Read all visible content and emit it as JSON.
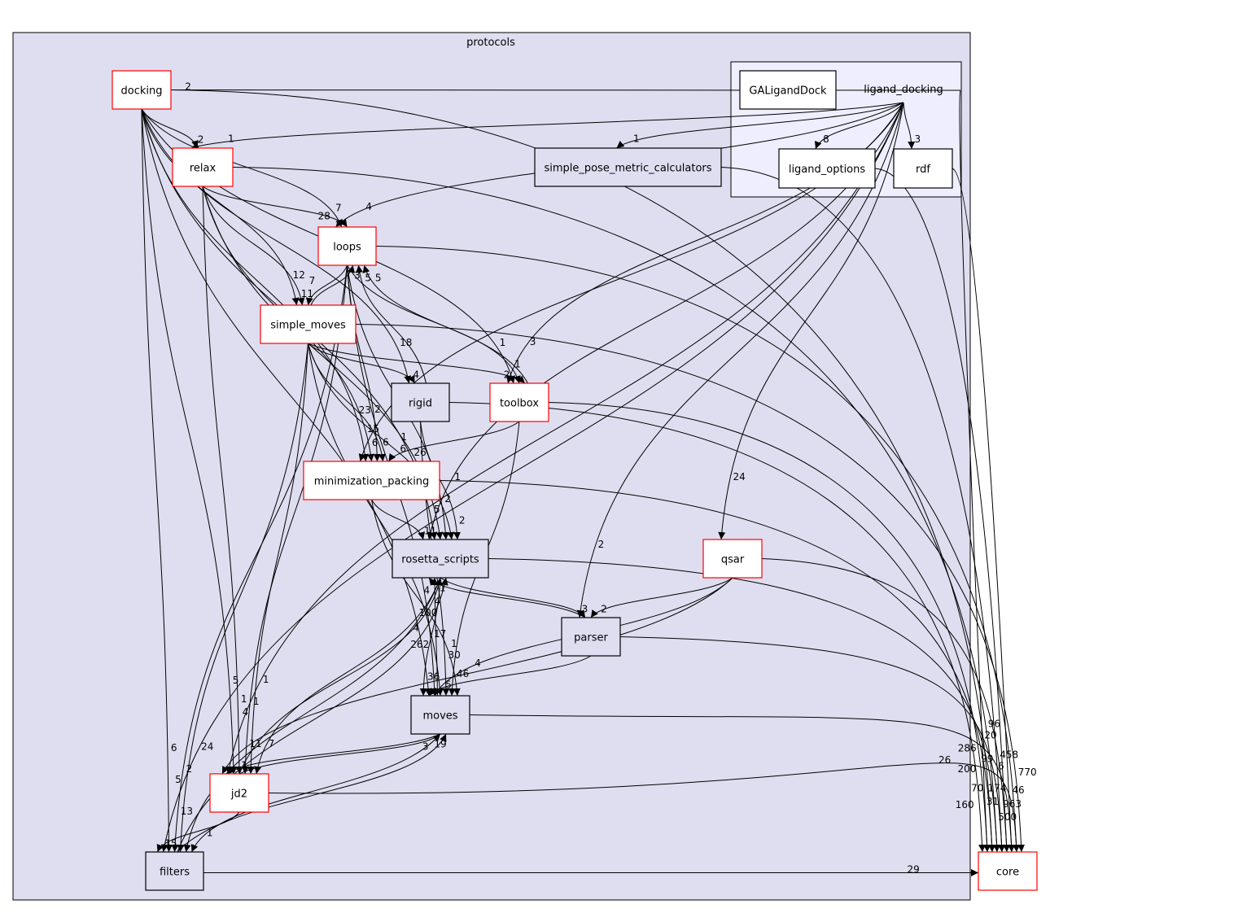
{
  "clusters": [
    {
      "id": "protocols",
      "label": "protocols",
      "fill": "#dedef0"
    },
    {
      "id": "ligand_docking",
      "label": "ligand_docking",
      "fill": "#eeeefe"
    }
  ],
  "nodes": [
    {
      "id": "docking",
      "label": "docking",
      "style": "red"
    },
    {
      "id": "GALigandDock",
      "label": "GALigandDock",
      "style": "white"
    },
    {
      "id": "relax",
      "label": "relax",
      "style": "red"
    },
    {
      "id": "simple_pose_metric_calculators",
      "label": "simple_pose_metric_calculators",
      "style": "gray"
    },
    {
      "id": "ligand_options",
      "label": "ligand_options",
      "style": "white"
    },
    {
      "id": "rdf",
      "label": "rdf",
      "style": "white"
    },
    {
      "id": "loops",
      "label": "loops",
      "style": "red"
    },
    {
      "id": "simple_moves",
      "label": "simple_moves",
      "style": "red"
    },
    {
      "id": "rigid",
      "label": "rigid",
      "style": "gray"
    },
    {
      "id": "toolbox",
      "label": "toolbox",
      "style": "red"
    },
    {
      "id": "minimization_packing",
      "label": "minimization_packing",
      "style": "red"
    },
    {
      "id": "rosetta_scripts",
      "label": "rosetta_scripts",
      "style": "gray"
    },
    {
      "id": "qsar",
      "label": "qsar",
      "style": "red"
    },
    {
      "id": "parser",
      "label": "parser",
      "style": "gray"
    },
    {
      "id": "moves",
      "label": "moves",
      "style": "gray"
    },
    {
      "id": "jd2",
      "label": "jd2",
      "style": "red"
    },
    {
      "id": "filters",
      "label": "filters",
      "style": "gray"
    },
    {
      "id": "core",
      "label": "core",
      "style": "red"
    }
  ],
  "colors": {
    "red_border": "#ff0000",
    "gray_fill": "#dedef0",
    "edge": "#000000"
  },
  "edges": [
    {
      "from": "ligand_docking",
      "to": "docking",
      "label": "2"
    },
    {
      "from": "ligand_docking",
      "to": "simple_pose_metric_calculators",
      "label": "1"
    },
    {
      "from": "ligand_docking",
      "to": "ligand_options",
      "label": "8"
    },
    {
      "from": "ligand_docking",
      "to": "rdf",
      "label": "3"
    },
    {
      "from": "ligand_docking",
      "to": "relax",
      "label": "1"
    },
    {
      "from": "ligand_docking",
      "to": "loops",
      "label": "4"
    },
    {
      "from": "ligand_docking",
      "to": "minimization_packing",
      "label": "2"
    },
    {
      "from": "ligand_docking",
      "to": "toolbox",
      "label": "3"
    },
    {
      "from": "ligand_docking",
      "to": "qsar",
      "label": "24"
    },
    {
      "from": "ligand_docking",
      "to": "parser",
      "label": "2"
    },
    {
      "from": "ligand_docking",
      "to": "rosetta_scripts",
      "label": "1"
    },
    {
      "from": "ligand_docking",
      "to": "jd2",
      "label": "1"
    },
    {
      "from": "ligand_docking",
      "to": "filters",
      "label": "24"
    },
    {
      "from": "ligand_docking",
      "to": "core",
      "label": "174"
    },
    {
      "from": "docking",
      "to": "relax",
      "label": "2"
    },
    {
      "from": "docking",
      "to": "loops",
      "label": "7"
    },
    {
      "from": "docking",
      "to": "simple_moves",
      "label": "12"
    },
    {
      "from": "docking",
      "to": "rigid",
      "label": "18"
    },
    {
      "from": "docking",
      "to": "toolbox",
      "label": "1"
    },
    {
      "from": "docking",
      "to": "minimization_packing",
      "label": "23"
    },
    {
      "from": "docking",
      "to": "rosetta_scripts",
      "label": "26"
    },
    {
      "from": "docking",
      "to": "moves",
      "label": "100"
    },
    {
      "from": "docking",
      "to": "jd2",
      "label": "5"
    },
    {
      "from": "docking",
      "to": "filters",
      "label": "6"
    },
    {
      "from": "docking",
      "to": "core",
      "label": "70"
    },
    {
      "from": "relax",
      "to": "loops",
      "label": "28"
    },
    {
      "from": "relax",
      "to": "simple_moves",
      "label": "11"
    },
    {
      "from": "relax",
      "to": "minimization_packing",
      "label": "15"
    },
    {
      "from": "relax",
      "to": "rosetta_scripts",
      "label": "6"
    },
    {
      "from": "relax",
      "to": "jd2",
      "label": "1"
    },
    {
      "from": "relax",
      "to": "core",
      "label": "31"
    },
    {
      "from": "simple_pose_metric_calculators",
      "to": "core",
      "label": "458"
    },
    {
      "from": "ligand_options",
      "to": "core",
      "label": "6"
    },
    {
      "from": "rdf",
      "to": "core",
      "label": "46"
    },
    {
      "from": "loops",
      "to": "simple_moves",
      "label": "7"
    },
    {
      "from": "loops",
      "to": "minimization_packing",
      "label": "6"
    },
    {
      "from": "loops",
      "to": "rosetta_scripts",
      "label": "2"
    },
    {
      "from": "loops",
      "to": "toolbox",
      "label": "1"
    },
    {
      "from": "loops",
      "to": "moves",
      "label": "17"
    },
    {
      "from": "loops",
      "to": "jd2",
      "label": "1"
    },
    {
      "from": "loops",
      "to": "filters",
      "label": "2"
    },
    {
      "from": "loops",
      "to": "core",
      "label": "963"
    },
    {
      "from": "simple_moves",
      "to": "loops",
      "label": "3"
    },
    {
      "from": "simple_moves",
      "to": "rigid",
      "label": "4"
    },
    {
      "from": "simple_moves",
      "to": "toolbox",
      "label": "2"
    },
    {
      "from": "simple_moves",
      "to": "minimization_packing",
      "label": "6"
    },
    {
      "from": "simple_moves",
      "to": "rosetta_scripts",
      "label": "5"
    },
    {
      "from": "simple_moves",
      "to": "moves",
      "label": "262"
    },
    {
      "from": "simple_moves",
      "to": "jd2",
      "label": "4"
    },
    {
      "from": "simple_moves",
      "to": "filters",
      "label": "5"
    },
    {
      "from": "simple_moves",
      "to": "core",
      "label": "770"
    },
    {
      "from": "rigid",
      "to": "loops",
      "label": "5"
    },
    {
      "from": "rigid",
      "to": "rosetta_scripts",
      "label": "2"
    },
    {
      "from": "rigid",
      "to": "moves",
      "label": "30"
    },
    {
      "from": "rigid",
      "to": "core",
      "label": "160"
    },
    {
      "from": "toolbox",
      "to": "loops",
      "label": "5"
    },
    {
      "from": "toolbox",
      "to": "minimization_packing",
      "label": "1"
    },
    {
      "from": "toolbox",
      "to": "moves",
      "label": "1"
    },
    {
      "from": "toolbox",
      "to": "core",
      "label": "200"
    },
    {
      "from": "minimization_packing",
      "to": "rosetta_scripts",
      "label": "11"
    },
    {
      "from": "minimization_packing",
      "to": "moves",
      "label": "46"
    },
    {
      "from": "minimization_packing",
      "to": "core",
      "label": "286"
    },
    {
      "from": "rosetta_scripts",
      "to": "parser",
      "label": "3"
    },
    {
      "from": "rosetta_scripts",
      "to": "moves",
      "label": "36"
    },
    {
      "from": "rosetta_scripts",
      "to": "jd2",
      "label": "7"
    },
    {
      "from": "rosetta_scripts",
      "to": "filters",
      "label": "13"
    },
    {
      "from": "rosetta_scripts",
      "to": "core",
      "label": "20"
    },
    {
      "from": "parser",
      "to": "rosetta_scripts",
      "label": "1"
    },
    {
      "from": "parser",
      "to": "moves",
      "label": "5"
    },
    {
      "from": "parser",
      "to": "core",
      "label": "99"
    },
    {
      "from": "qsar",
      "to": "parser",
      "label": "2"
    },
    {
      "from": "qsar",
      "to": "moves",
      "label": "4"
    },
    {
      "from": "qsar",
      "to": "jd2",
      "label": "11"
    },
    {
      "from": "qsar",
      "to": "core",
      "label": "96"
    },
    {
      "from": "moves",
      "to": "rosetta_scripts",
      "label": "4"
    },
    {
      "from": "moves",
      "to": "jd2",
      "label": "1"
    },
    {
      "from": "moves",
      "to": "filters",
      "label": "1"
    },
    {
      "from": "moves",
      "to": "core",
      "label": "500"
    },
    {
      "from": "jd2",
      "to": "rosetta_scripts",
      "label": "4"
    },
    {
      "from": "jd2",
      "to": "moves",
      "label": "19"
    },
    {
      "from": "jd2",
      "to": "filters",
      "label": "15"
    },
    {
      "from": "jd2",
      "to": "core",
      "label": "26"
    },
    {
      "from": "filters",
      "to": "moves",
      "label": "3"
    },
    {
      "from": "filters",
      "to": "rosetta_scripts",
      "label": "4"
    },
    {
      "from": "filters",
      "to": "core",
      "label": "29"
    }
  ]
}
